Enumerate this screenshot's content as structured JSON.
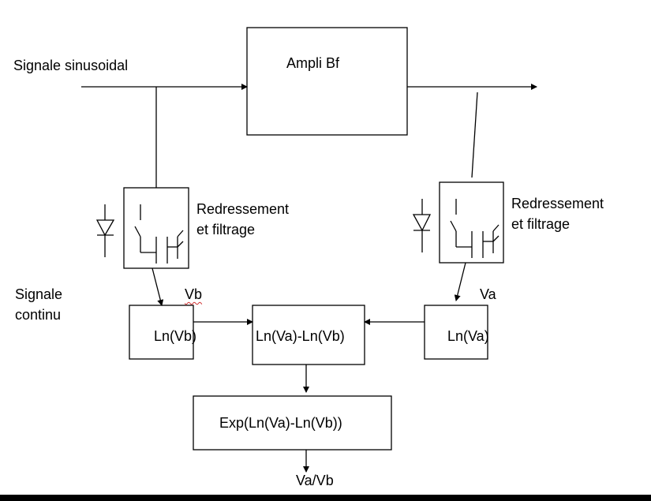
{
  "diagram": {
    "labels": {
      "input_signal": "Signale sinusoidal",
      "amplifier": "Ampli Bf",
      "rectifier_left": [
        "Redressement",
        "et filtrage"
      ],
      "rectifier_right": [
        "Redressement",
        "et filtrage"
      ],
      "dc_signal": [
        "Signale",
        "continu"
      ],
      "vb": "Vb",
      "va": "Va",
      "ln_vb": "Ln(Vb)",
      "ln_diff": "Ln(Va)-Ln(Vb)",
      "ln_va": "Ln(Va)",
      "exp_block": "Exp(Ln(Va)-Ln(Vb))",
      "output": "Va/Vb"
    },
    "colors": {
      "line": "#000000",
      "spellcheck_underline": "#d03030",
      "background": "#ffffff"
    }
  }
}
